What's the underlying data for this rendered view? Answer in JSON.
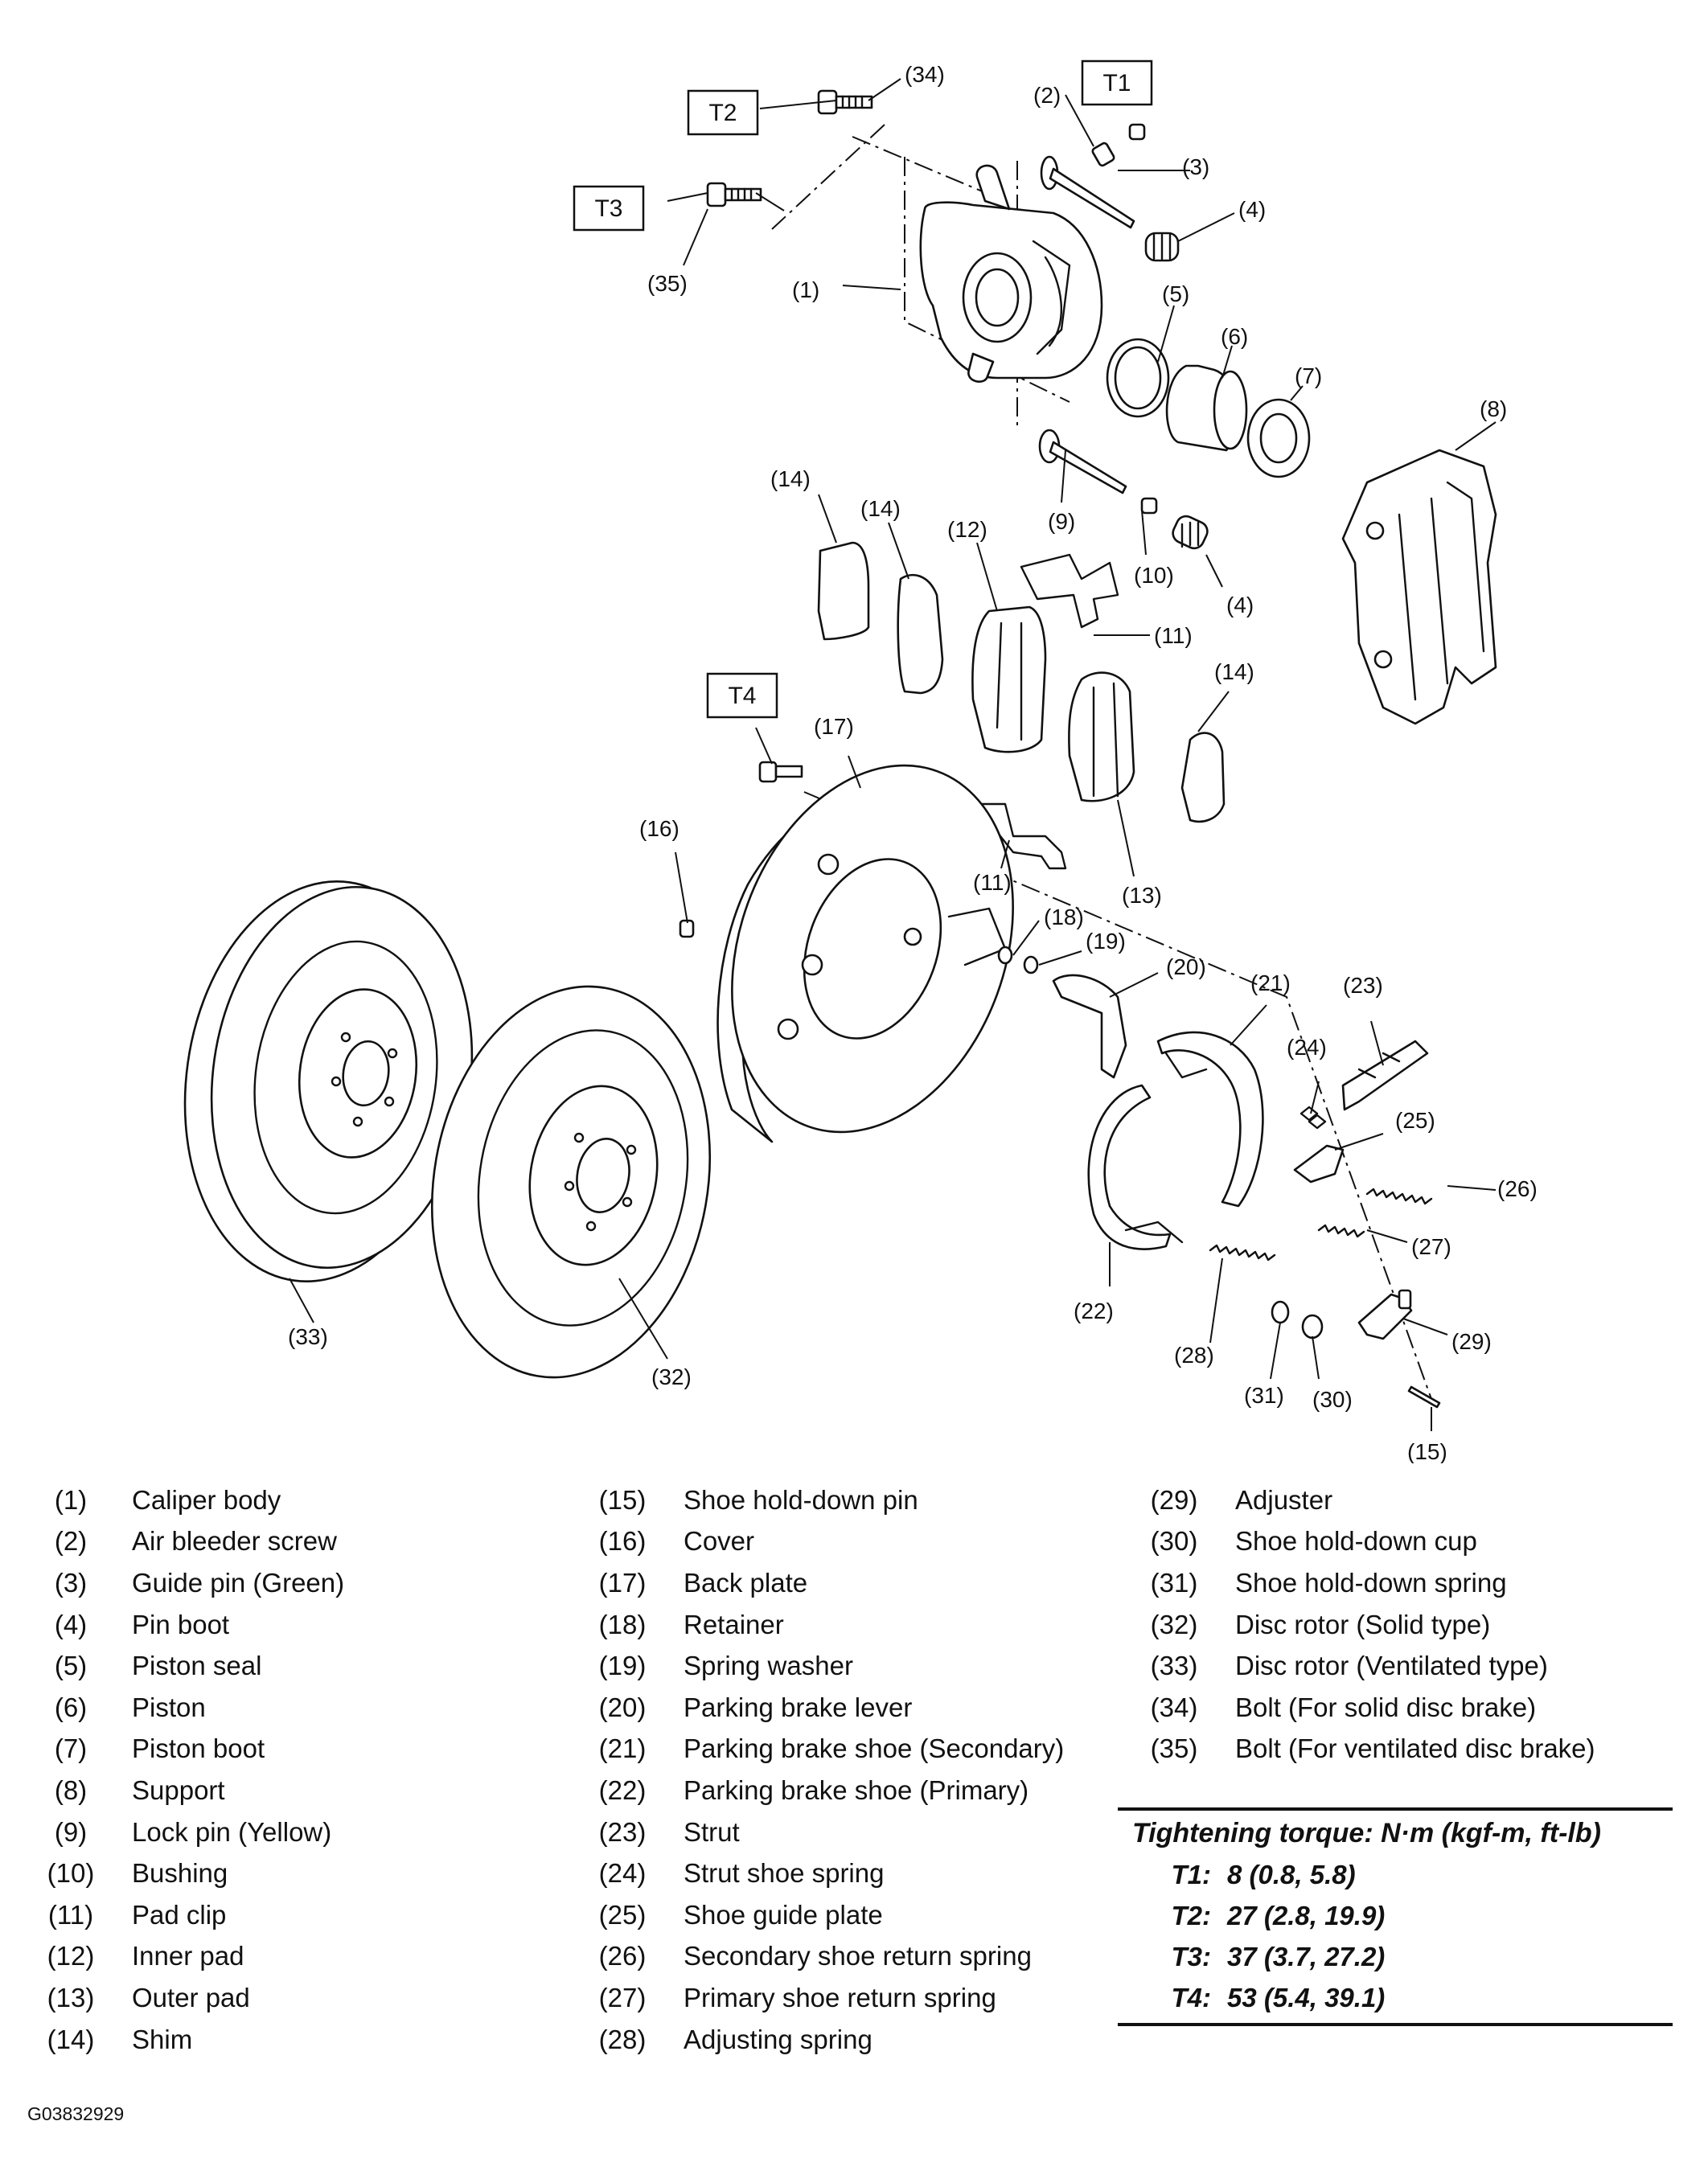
{
  "callouts": {
    "c1": "(1)",
    "c2": "(2)",
    "c3": "(3)",
    "c4a": "(4)",
    "c4b": "(4)",
    "c5": "(5)",
    "c6": "(6)",
    "c7": "(7)",
    "c8": "(8)",
    "c9": "(9)",
    "c10": "(10)",
    "c11a": "(11)",
    "c11b": "(11)",
    "c12": "(12)",
    "c13": "(13)",
    "c14a": "(14)",
    "c14b": "(14)",
    "c14c": "(14)",
    "c15": "(15)",
    "c16": "(16)",
    "c17": "(17)",
    "c18": "(18)",
    "c19": "(19)",
    "c20": "(20)",
    "c21": "(21)",
    "c22": "(22)",
    "c23": "(23)",
    "c24": "(24)",
    "c25": "(25)",
    "c26": "(26)",
    "c27": "(27)",
    "c28": "(28)",
    "c29": "(29)",
    "c30": "(30)",
    "c31": "(31)",
    "c32": "(32)",
    "c33": "(33)",
    "c34": "(34)",
    "c35": "(35)"
  },
  "torque_tags": {
    "t1": "T1",
    "t2": "T2",
    "t3": "T3",
    "t4": "T4"
  },
  "legend": {
    "col1": [
      {
        "num": "(1)",
        "name": "Caliper body"
      },
      {
        "num": "(2)",
        "name": "Air bleeder screw"
      },
      {
        "num": "(3)",
        "name": "Guide pin (Green)"
      },
      {
        "num": "(4)",
        "name": "Pin boot"
      },
      {
        "num": "(5)",
        "name": "Piston seal"
      },
      {
        "num": "(6)",
        "name": "Piston"
      },
      {
        "num": "(7)",
        "name": "Piston boot"
      },
      {
        "num": "(8)",
        "name": "Support"
      },
      {
        "num": "(9)",
        "name": "Lock pin (Yellow)"
      },
      {
        "num": "(10)",
        "name": "Bushing"
      },
      {
        "num": "(11)",
        "name": "Pad clip"
      },
      {
        "num": "(12)",
        "name": "Inner pad"
      },
      {
        "num": "(13)",
        "name": "Outer pad"
      },
      {
        "num": "(14)",
        "name": "Shim"
      }
    ],
    "col2": [
      {
        "num": "(15)",
        "name": "Shoe hold-down pin"
      },
      {
        "num": "(16)",
        "name": "Cover"
      },
      {
        "num": "(17)",
        "name": "Back plate"
      },
      {
        "num": "(18)",
        "name": "Retainer"
      },
      {
        "num": "(19)",
        "name": "Spring washer"
      },
      {
        "num": "(20)",
        "name": "Parking brake lever"
      },
      {
        "num": "(21)",
        "name": "Parking brake shoe (Secondary)"
      },
      {
        "num": "(22)",
        "name": "Parking brake shoe (Primary)"
      },
      {
        "num": "(23)",
        "name": "Strut"
      },
      {
        "num": "(24)",
        "name": "Strut shoe spring"
      },
      {
        "num": "(25)",
        "name": "Shoe guide plate"
      },
      {
        "num": "(26)",
        "name": "Secondary shoe return spring"
      },
      {
        "num": "(27)",
        "name": "Primary shoe return spring"
      },
      {
        "num": "(28)",
        "name": "Adjusting spring"
      }
    ],
    "col3": [
      {
        "num": "(29)",
        "name": "Adjuster"
      },
      {
        "num": "(30)",
        "name": "Shoe hold-down cup"
      },
      {
        "num": "(31)",
        "name": "Shoe hold-down spring"
      },
      {
        "num": "(32)",
        "name": "Disc rotor (Solid type)"
      },
      {
        "num": "(33)",
        "name": "Disc rotor (Ventilated type)"
      },
      {
        "num": "(34)",
        "name": "Bolt (For solid disc brake)"
      },
      {
        "num": "(35)",
        "name": "Bolt (For ventilated disc brake)"
      }
    ]
  },
  "torque": {
    "heading": "Tightening torque: N·m (kgf-m, ft-lb)",
    "rows": [
      {
        "tag": "T1:",
        "value": "8 (0.8, 5.8)"
      },
      {
        "tag": "T2:",
        "value": "27 (2.8, 19.9)"
      },
      {
        "tag": "T3:",
        "value": "37 (3.7, 27.2)"
      },
      {
        "tag": "T4:",
        "value": "53 (5.4, 39.1)"
      }
    ]
  },
  "figure_code": "G03832929"
}
